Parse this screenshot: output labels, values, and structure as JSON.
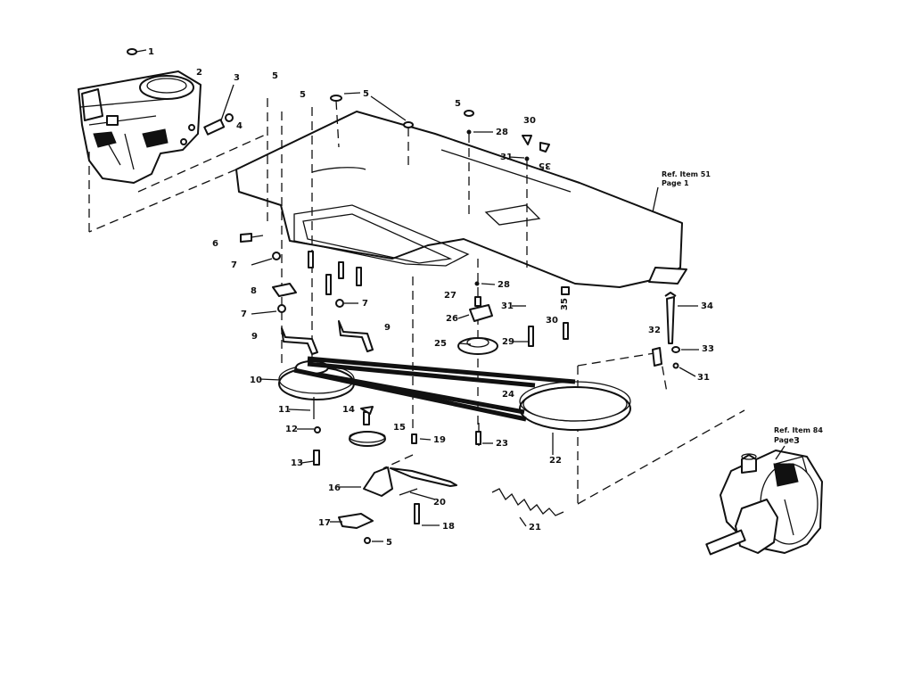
{
  "diagram": {
    "callouts": [
      {
        "id": "c1",
        "text": "1"
      },
      {
        "id": "c2",
        "text": "2"
      },
      {
        "id": "c3",
        "text": "3"
      },
      {
        "id": "c4",
        "text": "4"
      },
      {
        "id": "c5a",
        "text": "5"
      },
      {
        "id": "c5b",
        "text": "5"
      },
      {
        "id": "c5c",
        "text": "5"
      },
      {
        "id": "c5d",
        "text": "5"
      },
      {
        "id": "c5e",
        "text": "5"
      },
      {
        "id": "c6",
        "text": "6"
      },
      {
        "id": "c7a",
        "text": "7"
      },
      {
        "id": "c7b",
        "text": "7"
      },
      {
        "id": "c7c",
        "text": "7"
      },
      {
        "id": "c8",
        "text": "8"
      },
      {
        "id": "c9a",
        "text": "9"
      },
      {
        "id": "c9b",
        "text": "9"
      },
      {
        "id": "c10",
        "text": "10"
      },
      {
        "id": "c11",
        "text": "11"
      },
      {
        "id": "c12",
        "text": "12"
      },
      {
        "id": "c13",
        "text": "13"
      },
      {
        "id": "c14",
        "text": "14"
      },
      {
        "id": "c15",
        "text": "15"
      },
      {
        "id": "c16",
        "text": "16"
      },
      {
        "id": "c17",
        "text": "17"
      },
      {
        "id": "c18",
        "text": "18"
      },
      {
        "id": "c19",
        "text": "19"
      },
      {
        "id": "c20",
        "text": "20"
      },
      {
        "id": "c21",
        "text": "21"
      },
      {
        "id": "c22",
        "text": "22"
      },
      {
        "id": "c23",
        "text": "23"
      },
      {
        "id": "c24",
        "text": "24"
      },
      {
        "id": "c25",
        "text": "25"
      },
      {
        "id": "c26",
        "text": "26"
      },
      {
        "id": "c27",
        "text": "27"
      },
      {
        "id": "c28a",
        "text": "28"
      },
      {
        "id": "c28b",
        "text": "28"
      },
      {
        "id": "c29",
        "text": "29"
      },
      {
        "id": "c30a",
        "text": "30"
      },
      {
        "id": "c30b",
        "text": "30"
      },
      {
        "id": "c31a",
        "text": "31"
      },
      {
        "id": "c31b",
        "text": "31"
      },
      {
        "id": "c31c",
        "text": "31"
      },
      {
        "id": "c32",
        "text": "32"
      },
      {
        "id": "c33",
        "text": "33"
      },
      {
        "id": "c34",
        "text": "34"
      },
      {
        "id": "c35",
        "text": "35"
      }
    ],
    "references": [
      {
        "id": "ref51",
        "line1": "Ref. Item 51",
        "line2": "Page 1"
      },
      {
        "id": "ref84",
        "line1": "Ref. Item 84",
        "line2": "Page",
        "page_no": "3"
      }
    ]
  }
}
